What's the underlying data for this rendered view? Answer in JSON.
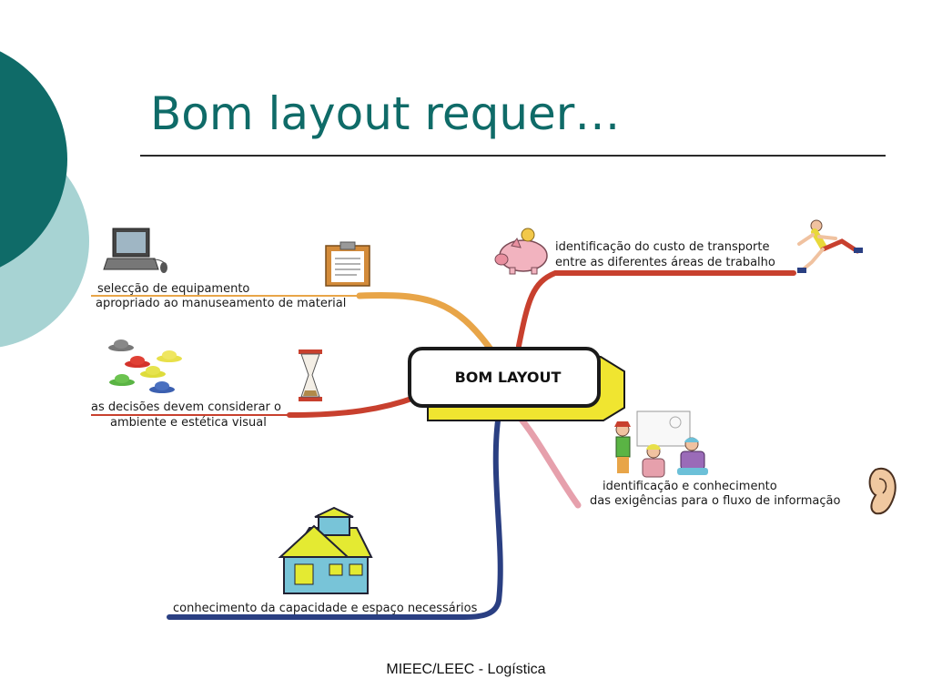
{
  "slide": {
    "title": "Bom layout requer…",
    "footer": "MIEEC/LEEC - Logística"
  },
  "mindmap": {
    "central": "BOM LAYOUT",
    "branches": [
      {
        "line1": "selecção de equipamento",
        "line2": "apropriado ao manuseamento de material",
        "icons": [
          "laptop-icon",
          "clipboard-icon"
        ]
      },
      {
        "line1": "as decisões devem considerar o",
        "line2": "ambiente e estética visual",
        "icons": [
          "hats-icon",
          "hourglass-icon"
        ]
      },
      {
        "line1": "conhecimento da capacidade e espaço necessários",
        "icons": [
          "house-icon"
        ]
      },
      {
        "line1": "identificação do custo de transporte",
        "line2": "entre as diferentes áreas de trabalho",
        "icons": [
          "piggy-bank-icon",
          "runner-icon"
        ]
      },
      {
        "line1": "identificação e conhecimento",
        "line2": "das exigências para o fluxo de informação",
        "icons": [
          "children-drawing-icon",
          "ear-icon"
        ]
      }
    ]
  },
  "colors": {
    "title": "#0f6b68",
    "circle_dark": "#0f6b68",
    "circle_light": "#a7d3d3",
    "node_fill": "#ffffff",
    "node_shadow": "#f0e530",
    "branch_orange": "#e8a548",
    "branch_red": "#c8402e",
    "branch_navy": "#2a3f82",
    "branch_pink": "#e6a0ac"
  }
}
